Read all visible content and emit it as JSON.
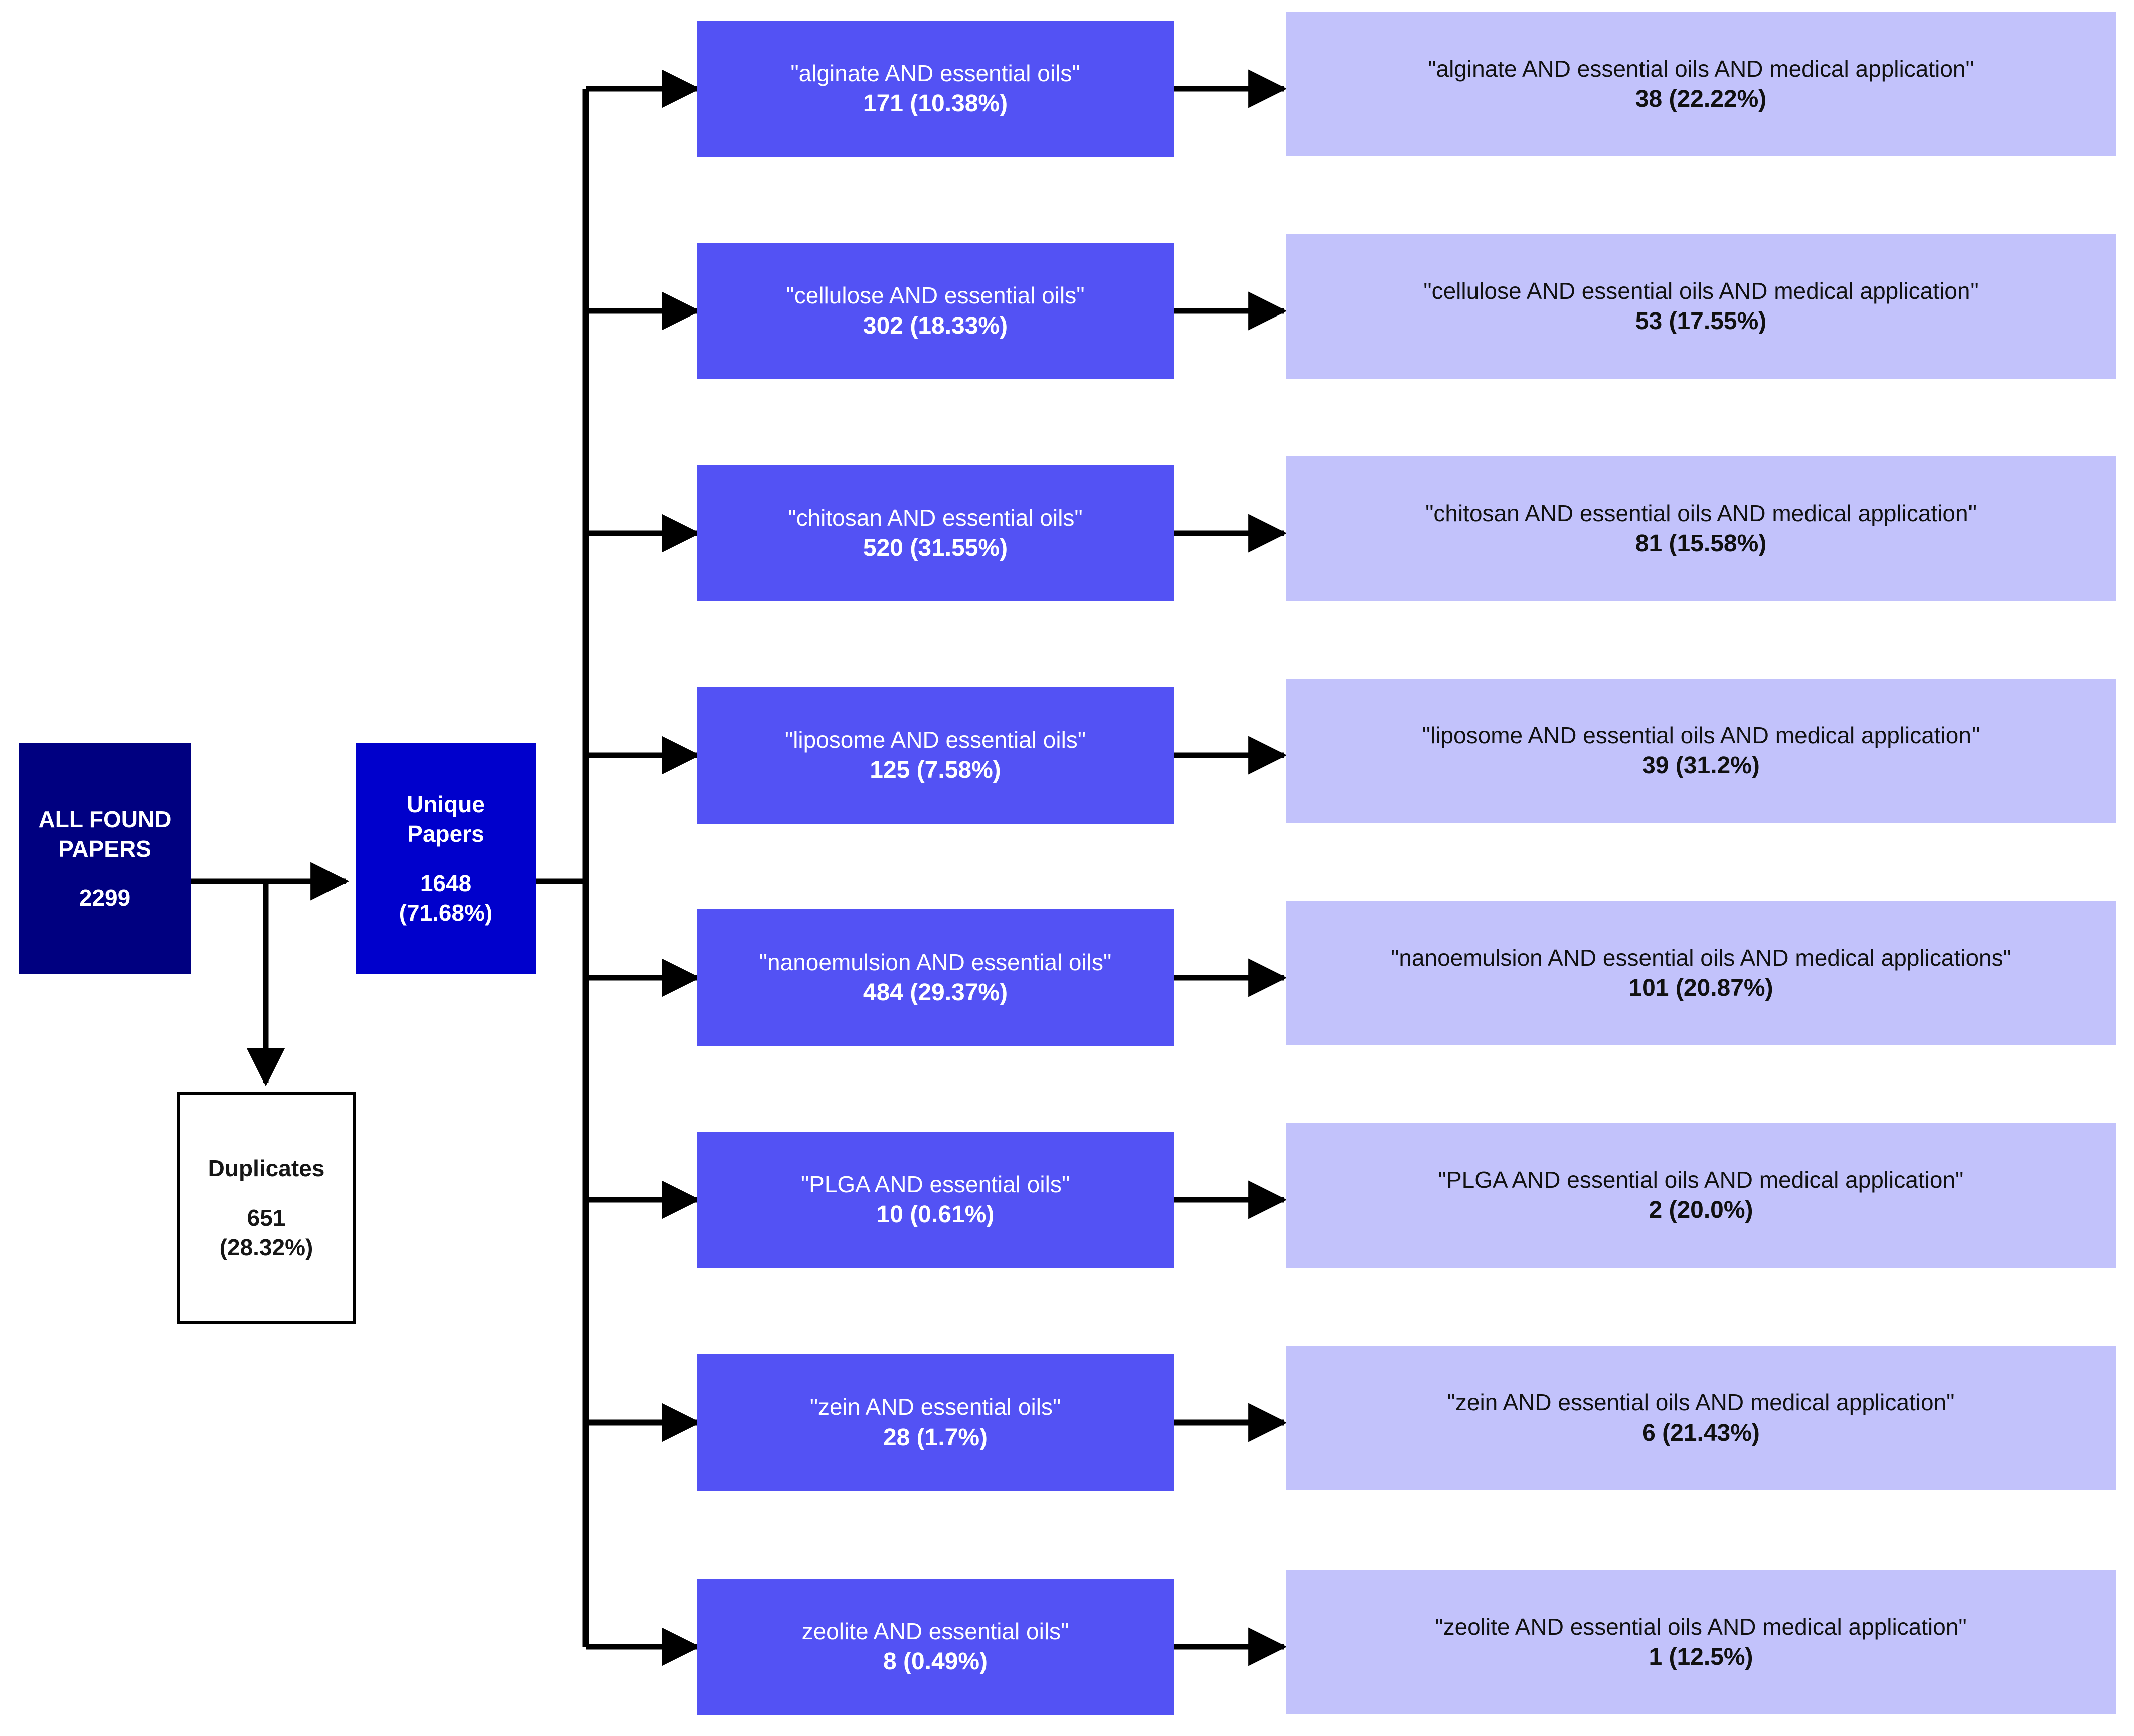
{
  "diagram": {
    "title": "Literature search PRISMA-style flow diagram",
    "colors": {
      "source_box": "#000080",
      "unique_box": "#0000CC",
      "query_box": "#5352F4",
      "result_box": "#C2C2FB",
      "duplicates_border": "#000000",
      "connector": "#000000",
      "background": "#FFFFFF"
    }
  },
  "source": {
    "label_line1": "ALL FOUND",
    "label_line2": "PAPERS",
    "count": "2299"
  },
  "unique": {
    "label_line1": "Unique",
    "label_line2": "Papers",
    "count": "1648",
    "percent": "(71.68%)"
  },
  "duplicates": {
    "label": "Duplicates",
    "count": "651",
    "percent": "(28.32%)"
  },
  "rows": [
    {
      "query": {
        "label": "\"alginate AND essential oils\"",
        "count": "171 (10.38%)"
      },
      "result": {
        "label": "\"alginate AND essential oils AND medical application\"",
        "count": "38 (22.22%)"
      }
    },
    {
      "query": {
        "label": "\"cellulose AND essential oils\"",
        "count": "302 (18.33%)"
      },
      "result": {
        "label": "\"cellulose AND essential oils AND medical application\"",
        "count": "53 (17.55%)"
      }
    },
    {
      "query": {
        "label": "\"chitosan AND essential oils\"",
        "count": "520 (31.55%)"
      },
      "result": {
        "label": "\"chitosan AND essential oils AND medical application\"",
        "count": "81 (15.58%)"
      }
    },
    {
      "query": {
        "label": "\"liposome AND essential oils\"",
        "count": "125 (7.58%)"
      },
      "result": {
        "label": "\"liposome AND essential oils AND medical application\"",
        "count": "39 (31.2%)"
      }
    },
    {
      "query": {
        "label": "\"nanoemulsion AND essential oils\"",
        "count": "484 (29.37%)"
      },
      "result": {
        "label": "\"nanoemulsion AND essential oils AND medical applications\"",
        "count": "101 (20.87%)"
      }
    },
    {
      "query": {
        "label": "\"PLGA AND essential oils\"",
        "count": "10 (0.61%)"
      },
      "result": {
        "label": "\"PLGA AND essential oils AND medical application\"",
        "count": "2 (20.0%)"
      }
    },
    {
      "query": {
        "label": "\"zein AND essential oils\"",
        "count": "28 (1.7%)"
      },
      "result": {
        "label": "\"zein AND essential oils AND medical application\"",
        "count": "6 (21.43%)"
      }
    },
    {
      "query": {
        "label": "zeolite AND essential oils\"",
        "count": "8 (0.49%)"
      },
      "result": {
        "label": "\"zeolite AND essential oils AND medical application\"",
        "count": "1 (12.5%)"
      }
    }
  ],
  "chart_data": {
    "type": "table",
    "title": "Database search results by query term",
    "columns": [
      "query",
      "papers_found",
      "percent_of_unique",
      "medical_application_papers",
      "percent_of_query"
    ],
    "rows": [
      [
        "alginate AND essential oils",
        171,
        10.38,
        38,
        22.22
      ],
      [
        "cellulose AND essential oils",
        302,
        18.33,
        53,
        17.55
      ],
      [
        "chitosan AND essential oils",
        520,
        31.55,
        81,
        15.58
      ],
      [
        "liposome AND essential oils",
        125,
        7.58,
        39,
        31.2
      ],
      [
        "nanoemulsion AND essential oils",
        484,
        29.37,
        101,
        20.87
      ],
      [
        "PLGA AND essential oils",
        10,
        0.61,
        2,
        20.0
      ],
      [
        "zein AND essential oils",
        28,
        1.7,
        6,
        21.43
      ],
      [
        "zeolite AND essential oils",
        8,
        0.49,
        1,
        12.5
      ]
    ],
    "totals": {
      "all_found_papers": 2299,
      "unique_papers": 1648,
      "unique_percent": 71.68,
      "duplicates": 651,
      "duplicates_percent": 28.32
    }
  }
}
